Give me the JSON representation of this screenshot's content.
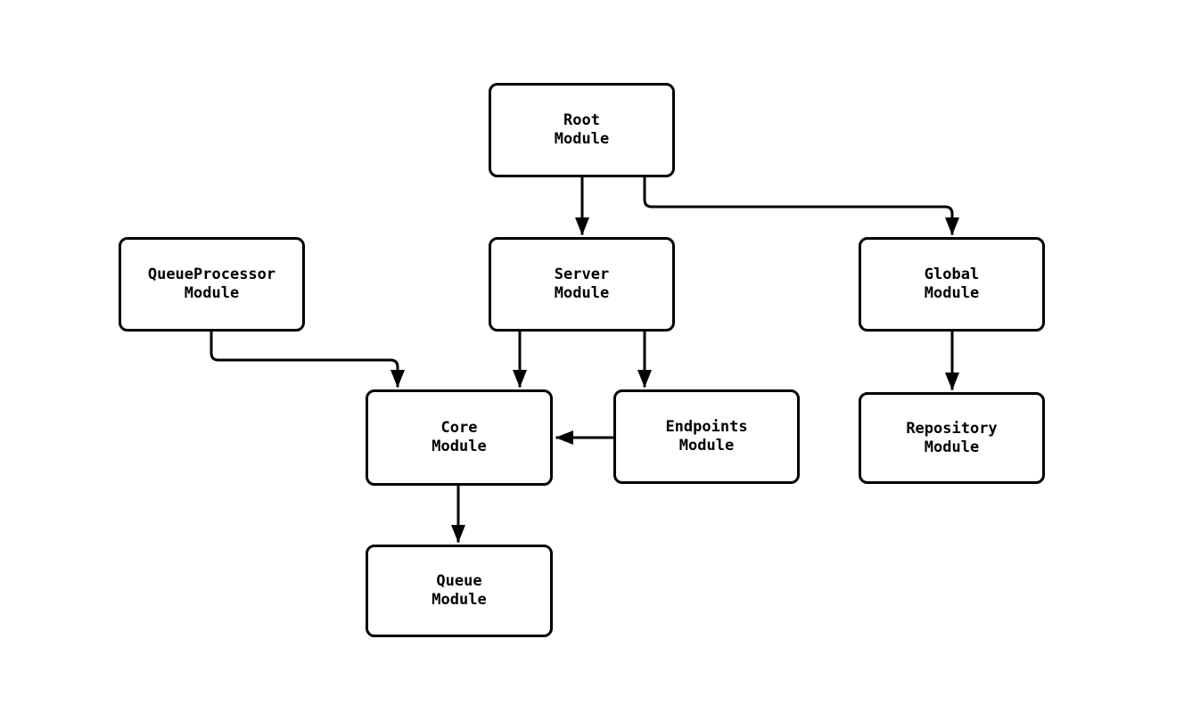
{
  "diagram": {
    "type": "flowchart",
    "background_color": "#ffffff",
    "stroke_color": "#000000",
    "text_color": "#000000",
    "nodes": [
      {
        "id": "root",
        "label": "Root\nModule"
      },
      {
        "id": "server",
        "label": "Server\nModule"
      },
      {
        "id": "global",
        "label": "Global\nModule"
      },
      {
        "id": "queueprocessor",
        "label": "QueueProcessor\nModule"
      },
      {
        "id": "core",
        "label": "Core\nModule"
      },
      {
        "id": "endpoints",
        "label": "Endpoints\nModule"
      },
      {
        "id": "repository",
        "label": "Repository\nModule"
      },
      {
        "id": "queue",
        "label": "Queue\nModule"
      }
    ],
    "edges": [
      {
        "from": "root",
        "to": "server"
      },
      {
        "from": "root",
        "to": "global"
      },
      {
        "from": "queueprocessor",
        "to": "core"
      },
      {
        "from": "server",
        "to": "core"
      },
      {
        "from": "server",
        "to": "endpoints"
      },
      {
        "from": "endpoints",
        "to": "core"
      },
      {
        "from": "global",
        "to": "repository"
      },
      {
        "from": "core",
        "to": "queue"
      }
    ]
  }
}
